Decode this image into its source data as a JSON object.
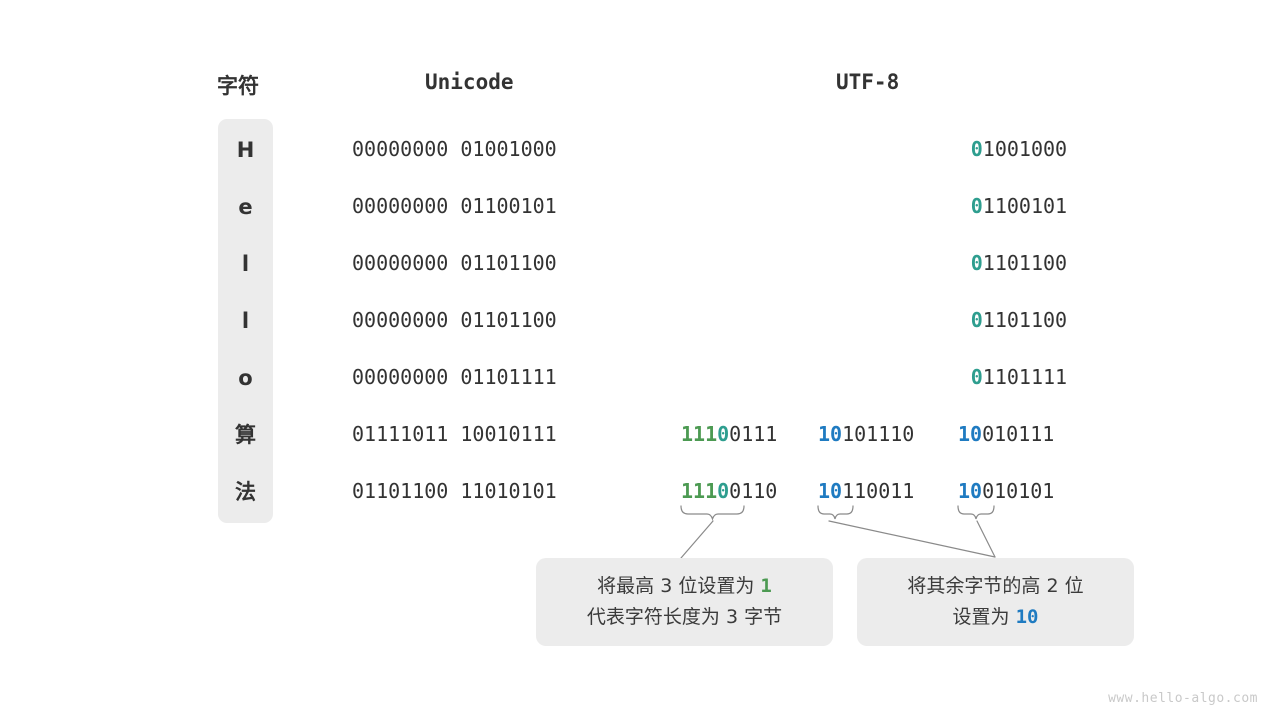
{
  "headers": {
    "character": "字符",
    "unicode": "Unicode",
    "utf8": "UTF-8"
  },
  "colors": {
    "teal": "#2e9e8f",
    "green": "#4c9a52",
    "blue": "#1f7bc1",
    "text": "#333333",
    "dim": "#9a9a9a",
    "panel": "#ececec",
    "background": "#ffffff",
    "watermark": "#c9c9c9"
  },
  "rows": [
    {
      "char": "H",
      "unicode_high": "00000000",
      "unicode_low": "01001000",
      "utf8_bytes": [
        {
          "marker": "0",
          "marker_color": "teal",
          "rest": "1001000"
        }
      ]
    },
    {
      "char": "e",
      "unicode_high": "00000000",
      "unicode_low": "01100101",
      "utf8_bytes": [
        {
          "marker": "0",
          "marker_color": "teal",
          "rest": "1100101"
        }
      ]
    },
    {
      "char": "l",
      "unicode_high": "00000000",
      "unicode_low": "01101100",
      "utf8_bytes": [
        {
          "marker": "0",
          "marker_color": "teal",
          "rest": "1101100"
        }
      ]
    },
    {
      "char": "l",
      "unicode_high": "00000000",
      "unicode_low": "01101100",
      "utf8_bytes": [
        {
          "marker": "0",
          "marker_color": "teal",
          "rest": "1101100"
        }
      ]
    },
    {
      "char": "o",
      "unicode_high": "00000000",
      "unicode_low": "01101111",
      "utf8_bytes": [
        {
          "marker": "0",
          "marker_color": "teal",
          "rest": "1101111"
        }
      ]
    },
    {
      "char": "算",
      "unicode_high": "01111011",
      "unicode_low": "10010111",
      "utf8_bytes": [
        {
          "marker": "111",
          "marker_color": "green",
          "marker2": "0",
          "marker2_color": "teal",
          "rest": "0111"
        },
        {
          "marker": "10",
          "marker_color": "blue",
          "rest": "101110"
        },
        {
          "marker": "10",
          "marker_color": "blue",
          "rest": "010111"
        }
      ]
    },
    {
      "char": "法",
      "unicode_high": "01101100",
      "unicode_low": "11010101",
      "utf8_bytes": [
        {
          "marker": "111",
          "marker_color": "green",
          "marker2": "0",
          "marker2_color": "teal",
          "rest": "0110"
        },
        {
          "marker": "10",
          "marker_color": "blue",
          "rest": "110011"
        },
        {
          "marker": "10",
          "marker_color": "blue",
          "rest": "010101"
        }
      ]
    }
  ],
  "callouts": [
    {
      "id": "callout-1",
      "lines": [
        {
          "segments": [
            {
              "text": "将最高 3 位设置为 ",
              "color": "text"
            },
            {
              "text": "1",
              "color": "green"
            }
          ]
        },
        {
          "segments": [
            {
              "text": "代表字符长度为 3 字节",
              "color": "text"
            }
          ]
        }
      ]
    },
    {
      "id": "callout-2",
      "lines": [
        {
          "segments": [
            {
              "text": "将其余字节的高 2 位",
              "color": "text"
            }
          ]
        },
        {
          "segments": [
            {
              "text": "设置为 ",
              "color": "text"
            },
            {
              "text": "10",
              "color": "blue"
            }
          ]
        }
      ]
    }
  ],
  "watermark": "www.hello-algo.com"
}
